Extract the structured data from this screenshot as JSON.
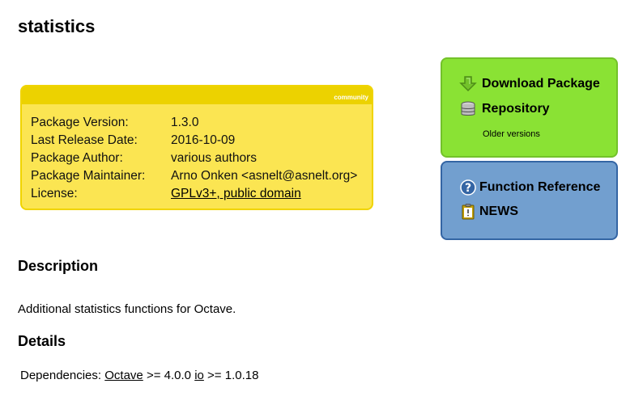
{
  "page": {
    "title": "statistics"
  },
  "info": {
    "badge": "community",
    "rows": [
      {
        "label": "Package Version:",
        "value": "1.3.0"
      },
      {
        "label": "Last Release Date:",
        "value": "2016-10-09"
      },
      {
        "label": "Package Author:",
        "value": "various authors"
      },
      {
        "label": "Package Maintainer:",
        "value": "Arno Onken <asnelt@asnelt.org>"
      },
      {
        "label": "License:",
        "value": "GPLv3+, public domain"
      }
    ]
  },
  "download": {
    "download_label": "Download Package",
    "download_icon": "download-arrow-icon",
    "repository_label": "Repository",
    "repository_icon": "database-icon",
    "older_label": "Older versions"
  },
  "docs": {
    "function_reference_label": "Function Reference",
    "function_reference_icon": "help-icon",
    "news_label": "NEWS",
    "news_icon": "clipboard-icon"
  },
  "description": {
    "heading": "Description",
    "text": "Additional statistics functions for Octave."
  },
  "details": {
    "heading": "Details",
    "dependencies_label": "Dependencies:",
    "dep1_name": "Octave",
    "dep1_version": ">= 4.0.0",
    "dep2_name": "io",
    "dep2_version": ">= 1.0.18"
  },
  "colors": {
    "info_bg": "#fbe552",
    "info_band": "#ecd200",
    "green_bg": "#8ae234",
    "blue_bg": "#729fcf"
  }
}
